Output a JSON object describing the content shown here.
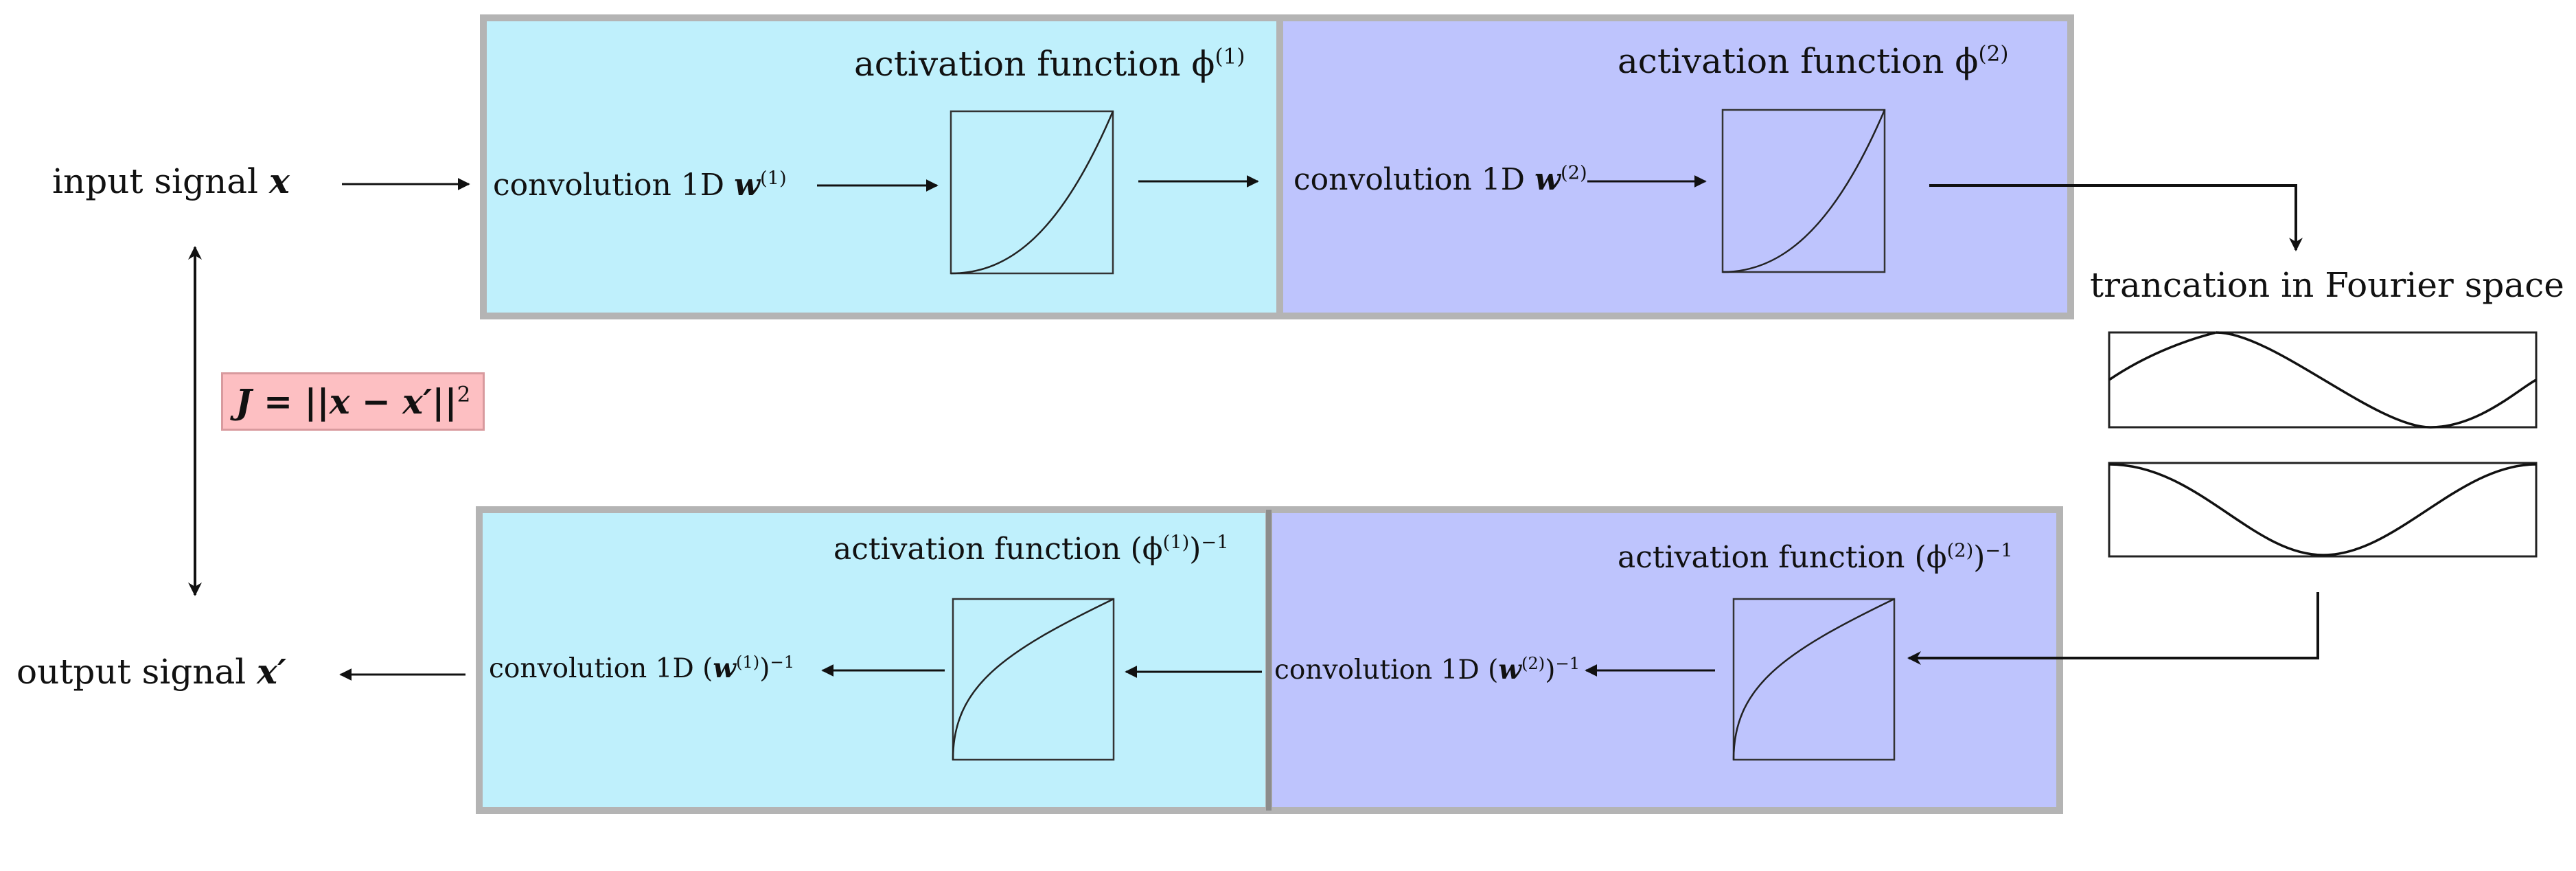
{
  "input_label": {
    "text": "input signal ",
    "symbol": "x"
  },
  "output_label": {
    "text": "output signal ",
    "symbol": "x′"
  },
  "cost": {
    "text": "J = ||x − x′||",
    "exp": "2"
  },
  "encoder": {
    "block1": {
      "activation": "activation function ϕ",
      "activation_sup": "(1)",
      "conv": "convolution 1D ",
      "conv_symbol": "w",
      "conv_sup": "(1)"
    },
    "block2": {
      "activation": "activation function ϕ",
      "activation_sup": "(2)",
      "conv": "convolution 1D ",
      "conv_symbol": "w",
      "conv_sup": "(2)"
    }
  },
  "decoder": {
    "block1": {
      "activation": "activation function (ϕ",
      "activation_sup": "(1)",
      "activation_tail": ")",
      "activation_exp": "−1",
      "conv": "convolution 1D (",
      "conv_symbol": "w",
      "conv_sup": "(1)",
      "conv_tail": ")",
      "conv_exp": "−1"
    },
    "block2": {
      "activation": "activation function (ϕ",
      "activation_sup": "(2)",
      "activation_tail": ")",
      "activation_exp": "−1",
      "conv": "convolution 1D (",
      "conv_symbol": "w",
      "conv_sup": "(2)",
      "conv_tail": ")",
      "conv_exp": "−1"
    }
  },
  "truncation": {
    "label": "trancation in Fourier space"
  },
  "colors": {
    "cyan_block": "#bff0fc",
    "blue_block": "#bec4fd",
    "block_border": "#b4b4b4",
    "cost_box": "#fdbfc2"
  }
}
